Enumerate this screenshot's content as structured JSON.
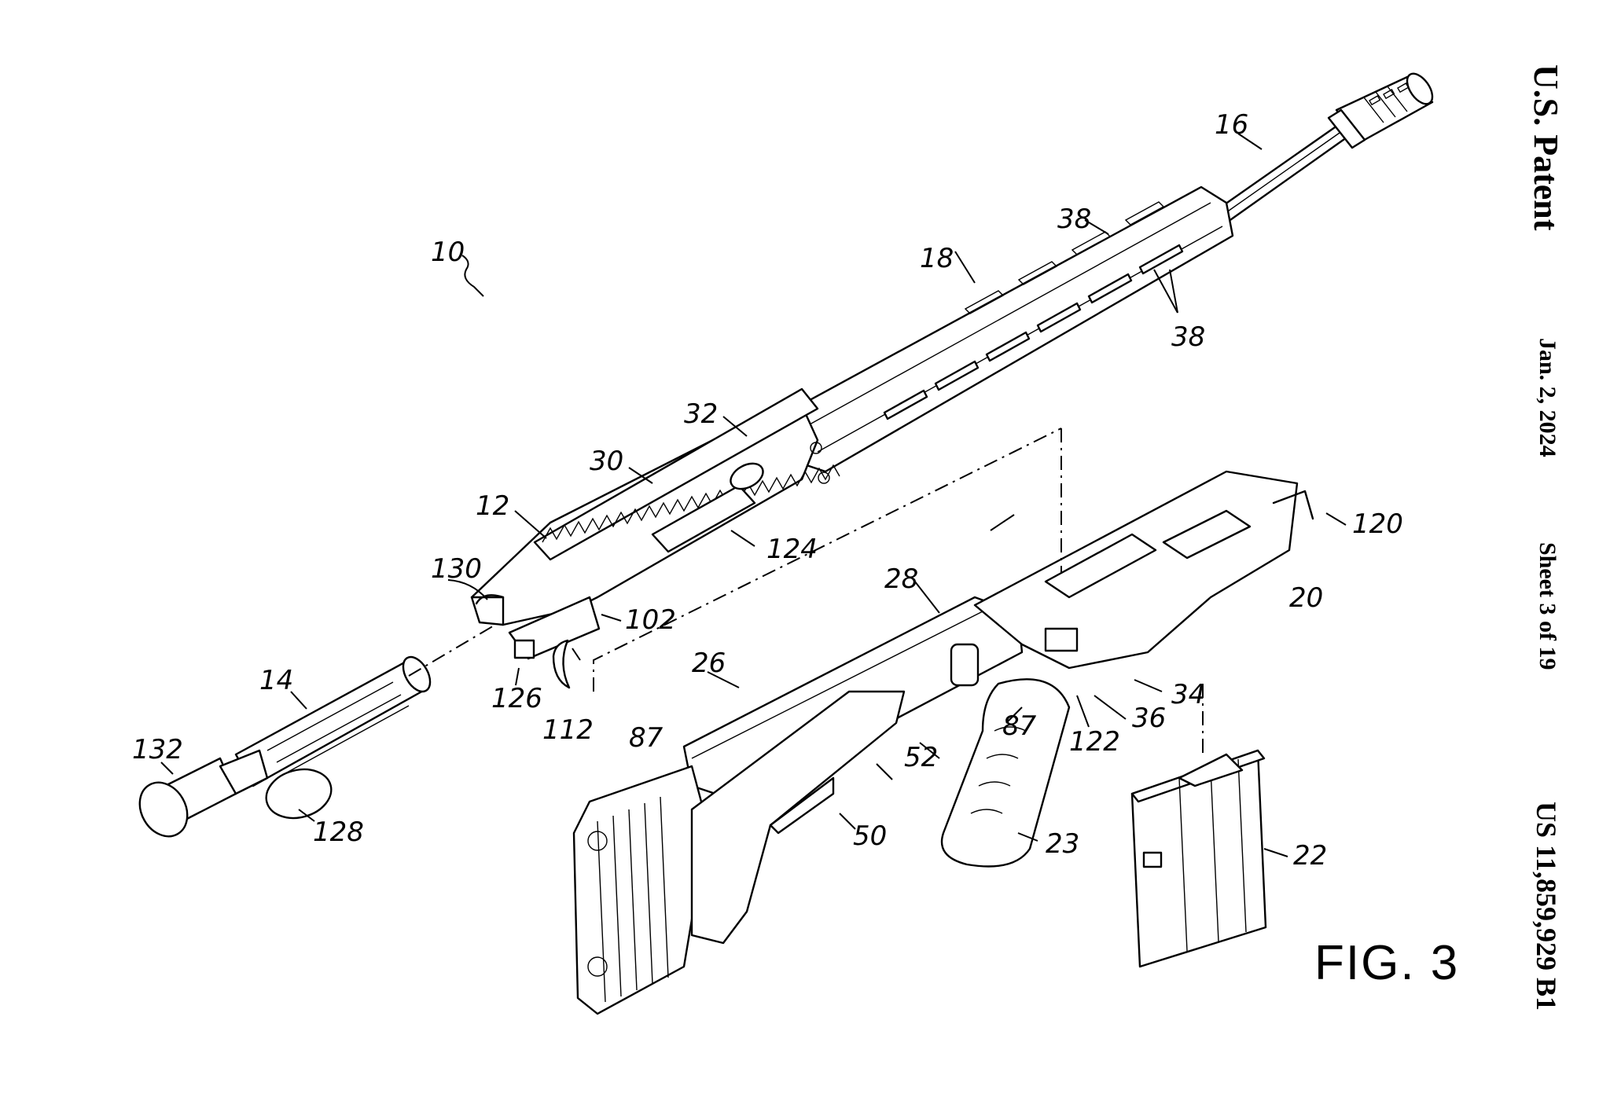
{
  "header": {
    "title": "U.S. Patent",
    "date": "Jan. 2, 2024",
    "sheet": "Sheet 3 of 19",
    "patent_number": "US 11,859,929 B1"
  },
  "figure": {
    "label": "FIG. 3",
    "reference_numerals": {
      "assembly": "10",
      "receiver": "12",
      "bolt": "14",
      "barrel": "16",
      "handguard": "18",
      "lower": "20",
      "magazine": "22",
      "grip": "23",
      "stock": "26",
      "hinge": "28",
      "rail_a": "30",
      "rail_b": "32",
      "part_34": "34",
      "part_36": "36",
      "slots_top": "38",
      "slots_side": "38",
      "strut": "50",
      "lever": "52",
      "screw_stock": "87",
      "screw_grip": "87",
      "lug": "102",
      "trigger": "112",
      "latch": "120",
      "pin": "122",
      "part_124": "124",
      "part_126": "126",
      "knob": "128",
      "face": "130",
      "handle": "132"
    },
    "line_color": "#000000",
    "background": "#ffffff"
  }
}
